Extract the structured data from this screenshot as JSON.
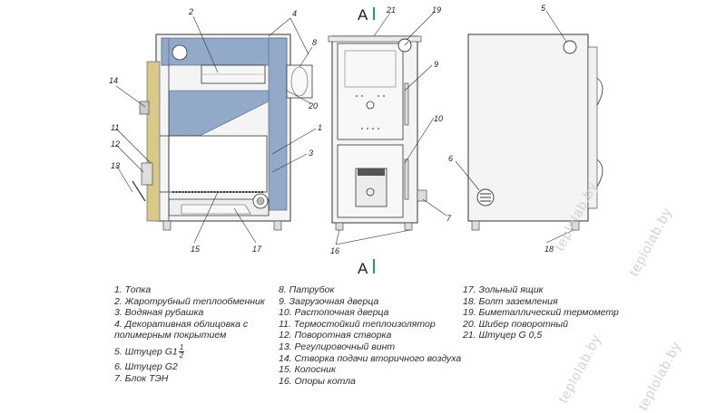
{
  "section_label": "A",
  "callouts": {
    "c1": "1",
    "c2": "2",
    "c3": "3",
    "c4": "4",
    "c5": "5",
    "c6": "6",
    "c7": "7",
    "c8": "8",
    "c9": "9",
    "c10": "10",
    "c11": "11",
    "c12": "12",
    "c13": "13",
    "c14": "14",
    "c15": "15",
    "c16": "16",
    "c17": "17",
    "c18": "18",
    "c19": "19",
    "c20": "20",
    "c21": "21"
  },
  "legend": {
    "col1": [
      "1. Топка",
      "2. Жаротрубный теплообменник",
      "3. Водяная рубашка",
      "4. Декоративная облицовка с",
      "полимерным покрытием",
      "5. Штуцер G1",
      "6. Штуцер G2",
      "7. Блок ТЭН"
    ],
    "fraction": {
      "num": "1",
      "den": "2"
    },
    "col2": [
      "8. Патрубок",
      "9. Загрузочная дверца",
      "10. Растопочная дверца",
      "11. Термостойкий теплоизолятор",
      "12. Поворотная створка",
      "13. Регулировочный винт",
      "14. Створка подачи вторичного воздуха",
      "15. Колосник",
      "16. Опоры котла"
    ],
    "col3": [
      "17. Зольный ящик",
      "18. Болт заземления",
      "19. Биметаллический термометр",
      "20. Шибер поворотный",
      "21. Штуцер G 0,5"
    ]
  },
  "watermark": "teplolab.by",
  "colors": {
    "insulation": "#93a9c8",
    "accent": "#1aa08a",
    "watermark": "#cfd3d8"
  }
}
